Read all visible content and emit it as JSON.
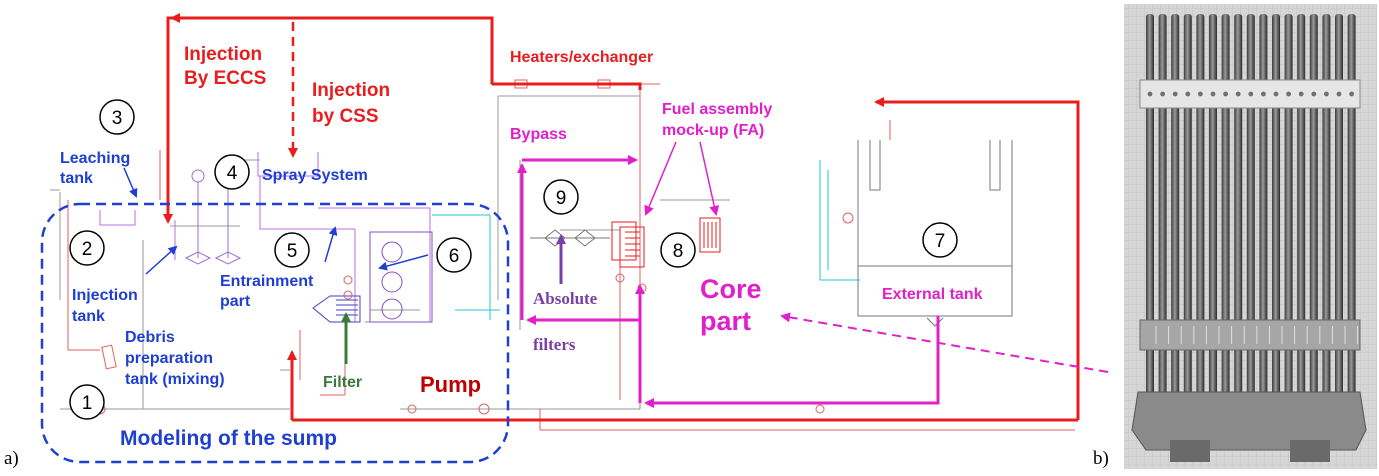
{
  "panel_labels": {
    "a": "a)",
    "b": "b)"
  },
  "labels": {
    "injection_eccs": [
      "Injection",
      "By ECCS"
    ],
    "injection_css": [
      "Injection",
      "by CSS"
    ],
    "heaters": "Heaters/exchanger",
    "bypass": "Bypass",
    "fuel_assembly": [
      "Fuel assembly",
      "mock-up (FA)"
    ],
    "leaching_tank": [
      "Leaching",
      "tank"
    ],
    "spray_system": "Spray System",
    "injection_tank": [
      "Injection",
      "tank"
    ],
    "entrainment_part": [
      "Entrainment",
      "part"
    ],
    "debris_tank": [
      "Debris",
      "preparation",
      "tank (mixing)"
    ],
    "filter": "Filter",
    "pump": "Pump",
    "absolute_filters": [
      "Absolute",
      "filters"
    ],
    "core_part": [
      "Core",
      "part"
    ],
    "external_tank": "External tank",
    "modeling_sump": "Modeling of the sump"
  },
  "numbers": [
    "1",
    "2",
    "3",
    "4",
    "5",
    "6",
    "7",
    "8",
    "9"
  ],
  "colors": {
    "red": "#e81e1e",
    "blue": "#1f3fd1",
    "magenta": "#e020c8",
    "purple": "#7a3fa6",
    "green": "#3a7a3a",
    "dark_red": "#c00000"
  }
}
